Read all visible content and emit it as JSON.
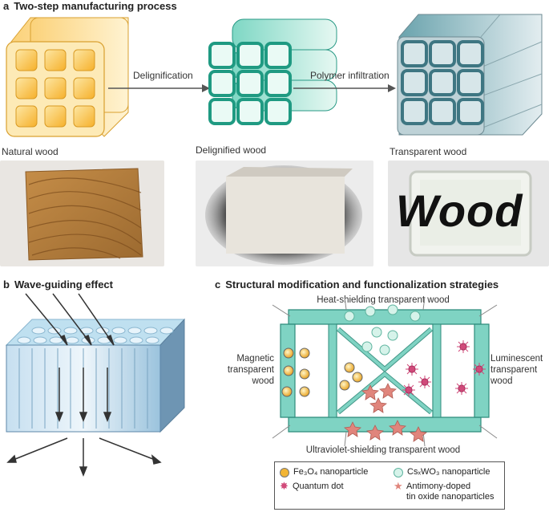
{
  "panel_a": {
    "letter": "a",
    "title": "Two-step manufacturing process",
    "step1_label": "Delignification",
    "step2_label": "Polymer infiltration",
    "captions": [
      "Natural wood",
      "Delignified wood",
      "Transparent wood"
    ],
    "photo_text": "Wood"
  },
  "panel_b": {
    "letter": "b",
    "title": "Wave-guiding effect"
  },
  "panel_c": {
    "letter": "c",
    "title": "Structural modification and functionalization strategies",
    "top_label": "Heat-shielding transparent wood",
    "bottom_label": "Ultraviolet-shielding transparent wood",
    "left_label": [
      "Magnetic",
      "transparent",
      "wood"
    ],
    "right_label": [
      "Luminescent",
      "transparent",
      "wood"
    ],
    "legend": {
      "fe3o4": "Fe₃O₄ nanoparticle",
      "cswo3": "CsₓWO₃ nanoparticle",
      "qdot": "Quantum dot",
      "ato": [
        "Antimony-doped",
        "tin oxide nanoparticles"
      ]
    }
  },
  "colors": {
    "natural_wood": "#f7b733",
    "delignified": "#2ab39a",
    "transparent": "#3f7f8a",
    "cell_wall": "#7fd3c3",
    "fe3o4": "#f2b535",
    "cswo3": "#c9eee2",
    "qdot": "#d14a7a",
    "ato": "#e0857c"
  }
}
